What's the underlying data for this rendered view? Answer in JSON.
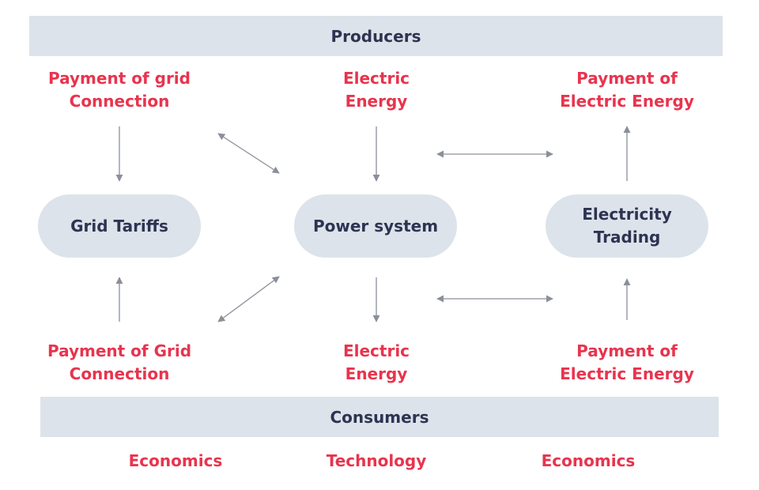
{
  "bands": {
    "producers": "Producers",
    "consumers": "Consumers"
  },
  "nodes": {
    "grid_tariffs": "Grid Tariffs",
    "power_system": "Power system",
    "trading": "Electricity\nTrading"
  },
  "labels": {
    "top_left": "Payment of grid\nConnection",
    "top_mid": "Electric\nEnergy",
    "top_right": "Payment of\nElectric Energy",
    "bottom_left": "Payment of Grid\nConnection",
    "bottom_mid": "Electric\nEnergy",
    "bottom_right": "Payment of\nElectric Energy"
  },
  "footer": {
    "left": "Economics",
    "mid": "Technology",
    "right": "Economics"
  },
  "colors": {
    "band_fill": "#dde3ea",
    "node_text": "#2d3452",
    "label_text": "#e8344e",
    "arrow": "#8a8f99"
  }
}
